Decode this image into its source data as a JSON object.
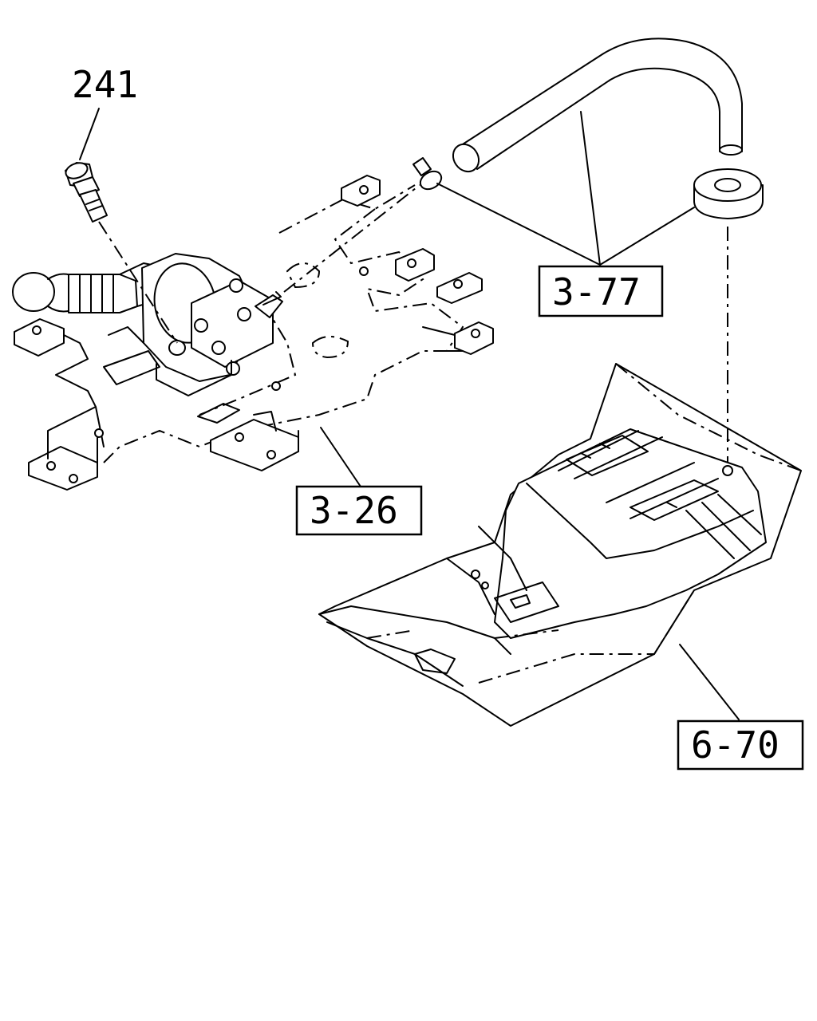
{
  "callouts": {
    "bolt": "241",
    "hose_grommet": "3-77",
    "canister_bracket": "3-26",
    "floor_panel": "6-70"
  }
}
